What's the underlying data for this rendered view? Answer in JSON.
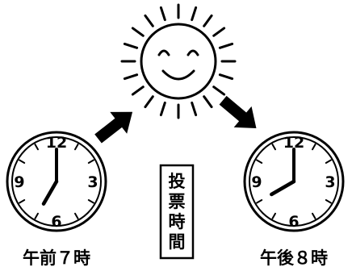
{
  "sun": {
    "icon": "smiling-sun-icon"
  },
  "arrows": {
    "up_icon": "arrow-up-right-icon",
    "down_icon": "arrow-down-right-icon"
  },
  "left_clock": {
    "icon": "clock-icon",
    "numerals": {
      "n12": "12",
      "n3": "3",
      "n6": "6",
      "n9": "9"
    },
    "hour": 7,
    "minute": 0,
    "label": "午前７時"
  },
  "right_clock": {
    "icon": "clock-icon",
    "numerals": {
      "n12": "12",
      "n3": "3",
      "n6": "6",
      "n9": "9"
    },
    "hour": 8,
    "minute": 0,
    "label": "午後８時"
  },
  "voting_box": {
    "chars": [
      "投",
      "票",
      "時",
      "間"
    ]
  },
  "colors": {
    "ink": "#000000",
    "paper": "#ffffff"
  }
}
